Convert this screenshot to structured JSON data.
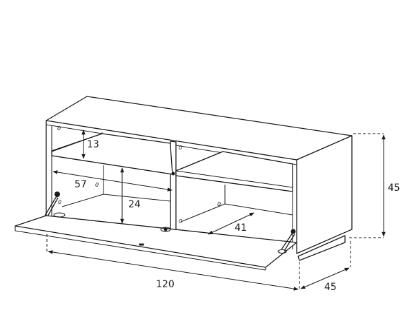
{
  "diagram": {
    "dimensions": {
      "overall_width": "120",
      "height": "45",
      "depth": "45",
      "shelf_gap_height": "13",
      "inner_width": "57",
      "compartment_height": "24",
      "inner_depth": "41"
    }
  }
}
